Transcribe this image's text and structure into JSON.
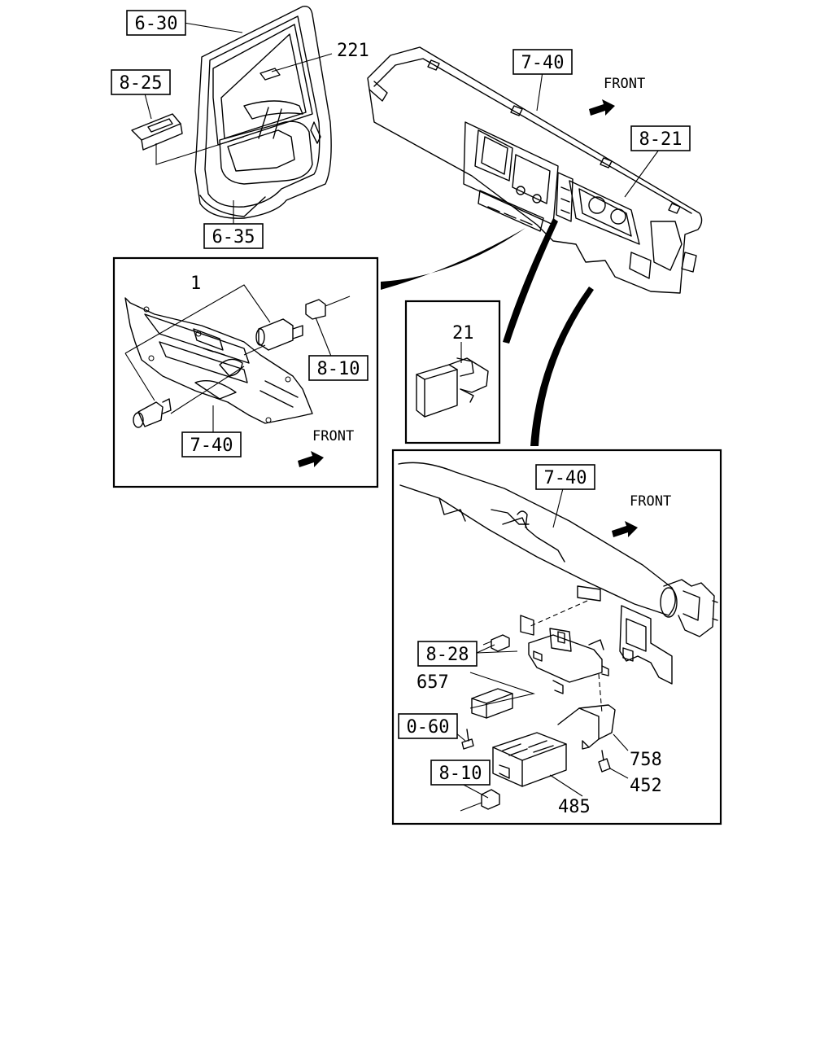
{
  "references": {
    "r630": "6-30",
    "r825": "8-25",
    "r635": "6-35",
    "r740_top": "7-40",
    "r821": "8-21",
    "r810_left": "8-10",
    "r740_left": "7-40",
    "r740_bottom": "7-40",
    "r828": "8-28",
    "r060": "0-60",
    "r810_bottom": "8-10"
  },
  "parts": {
    "p221": "221",
    "p1": "1",
    "p21": "21",
    "p657": "657",
    "p758": "758",
    "p452": "452",
    "p485": "485"
  },
  "front_labels": {
    "top": "FRONT",
    "left": "FRONT",
    "bottom": "FRONT"
  }
}
